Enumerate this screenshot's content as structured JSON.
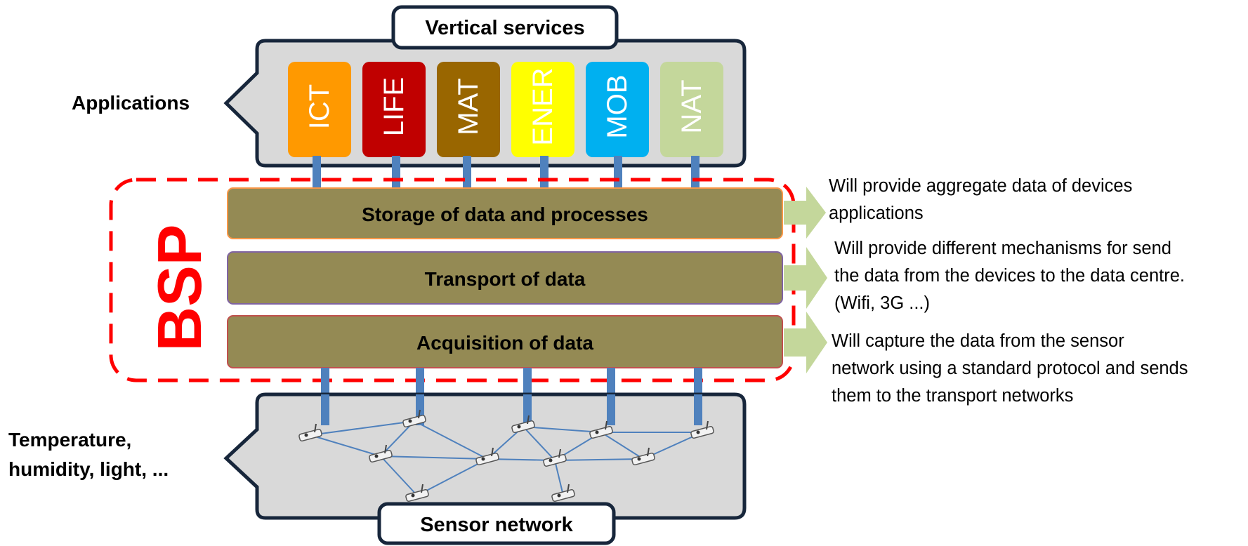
{
  "top_box": {
    "title": "Vertical services",
    "side_label": "Applications",
    "services": [
      {
        "label": "ICT",
        "color": "#FF9900"
      },
      {
        "label": "LIFE",
        "color": "#C00000"
      },
      {
        "label": "MAT",
        "color": "#996600"
      },
      {
        "label": "ENER",
        "color": "#FFFF00"
      },
      {
        "label": "MOB",
        "color": "#00B0F0"
      },
      {
        "label": "NAT",
        "color": "#C4D79B"
      }
    ]
  },
  "bsp": {
    "label": "BSP",
    "label_color": "#FF0000",
    "layers": [
      {
        "label": "Storage of data and processes",
        "border": "#F79646"
      },
      {
        "label": "Transport of data",
        "border": "#8064A2"
      },
      {
        "label": "Acquisition of data",
        "border": "#C0504D"
      }
    ],
    "layer_fill": "#948A54"
  },
  "descriptions": [
    {
      "lines": [
        "Will provide aggregate data of devices",
        "applications"
      ]
    },
    {
      "lines": [
        "Will provide different mechanisms for send",
        "the data from the devices to the data centre.",
        "(Wifi, 3G ...)"
      ]
    },
    {
      "lines": [
        "Will capture the data from the sensor",
        "network using a standard protocol and sends",
        "them to the transport networks"
      ]
    }
  ],
  "bottom_box": {
    "title": "Sensor network",
    "side_label_lines": [
      "Temperature,",
      "humidity, light, ..."
    ]
  },
  "colors": {
    "box_fill": "#D9D9D9",
    "box_border": "#17263B",
    "connector": "#4F81BD",
    "arrow_fill": "#C4D79B",
    "sensor_link": "#4F81BD"
  }
}
